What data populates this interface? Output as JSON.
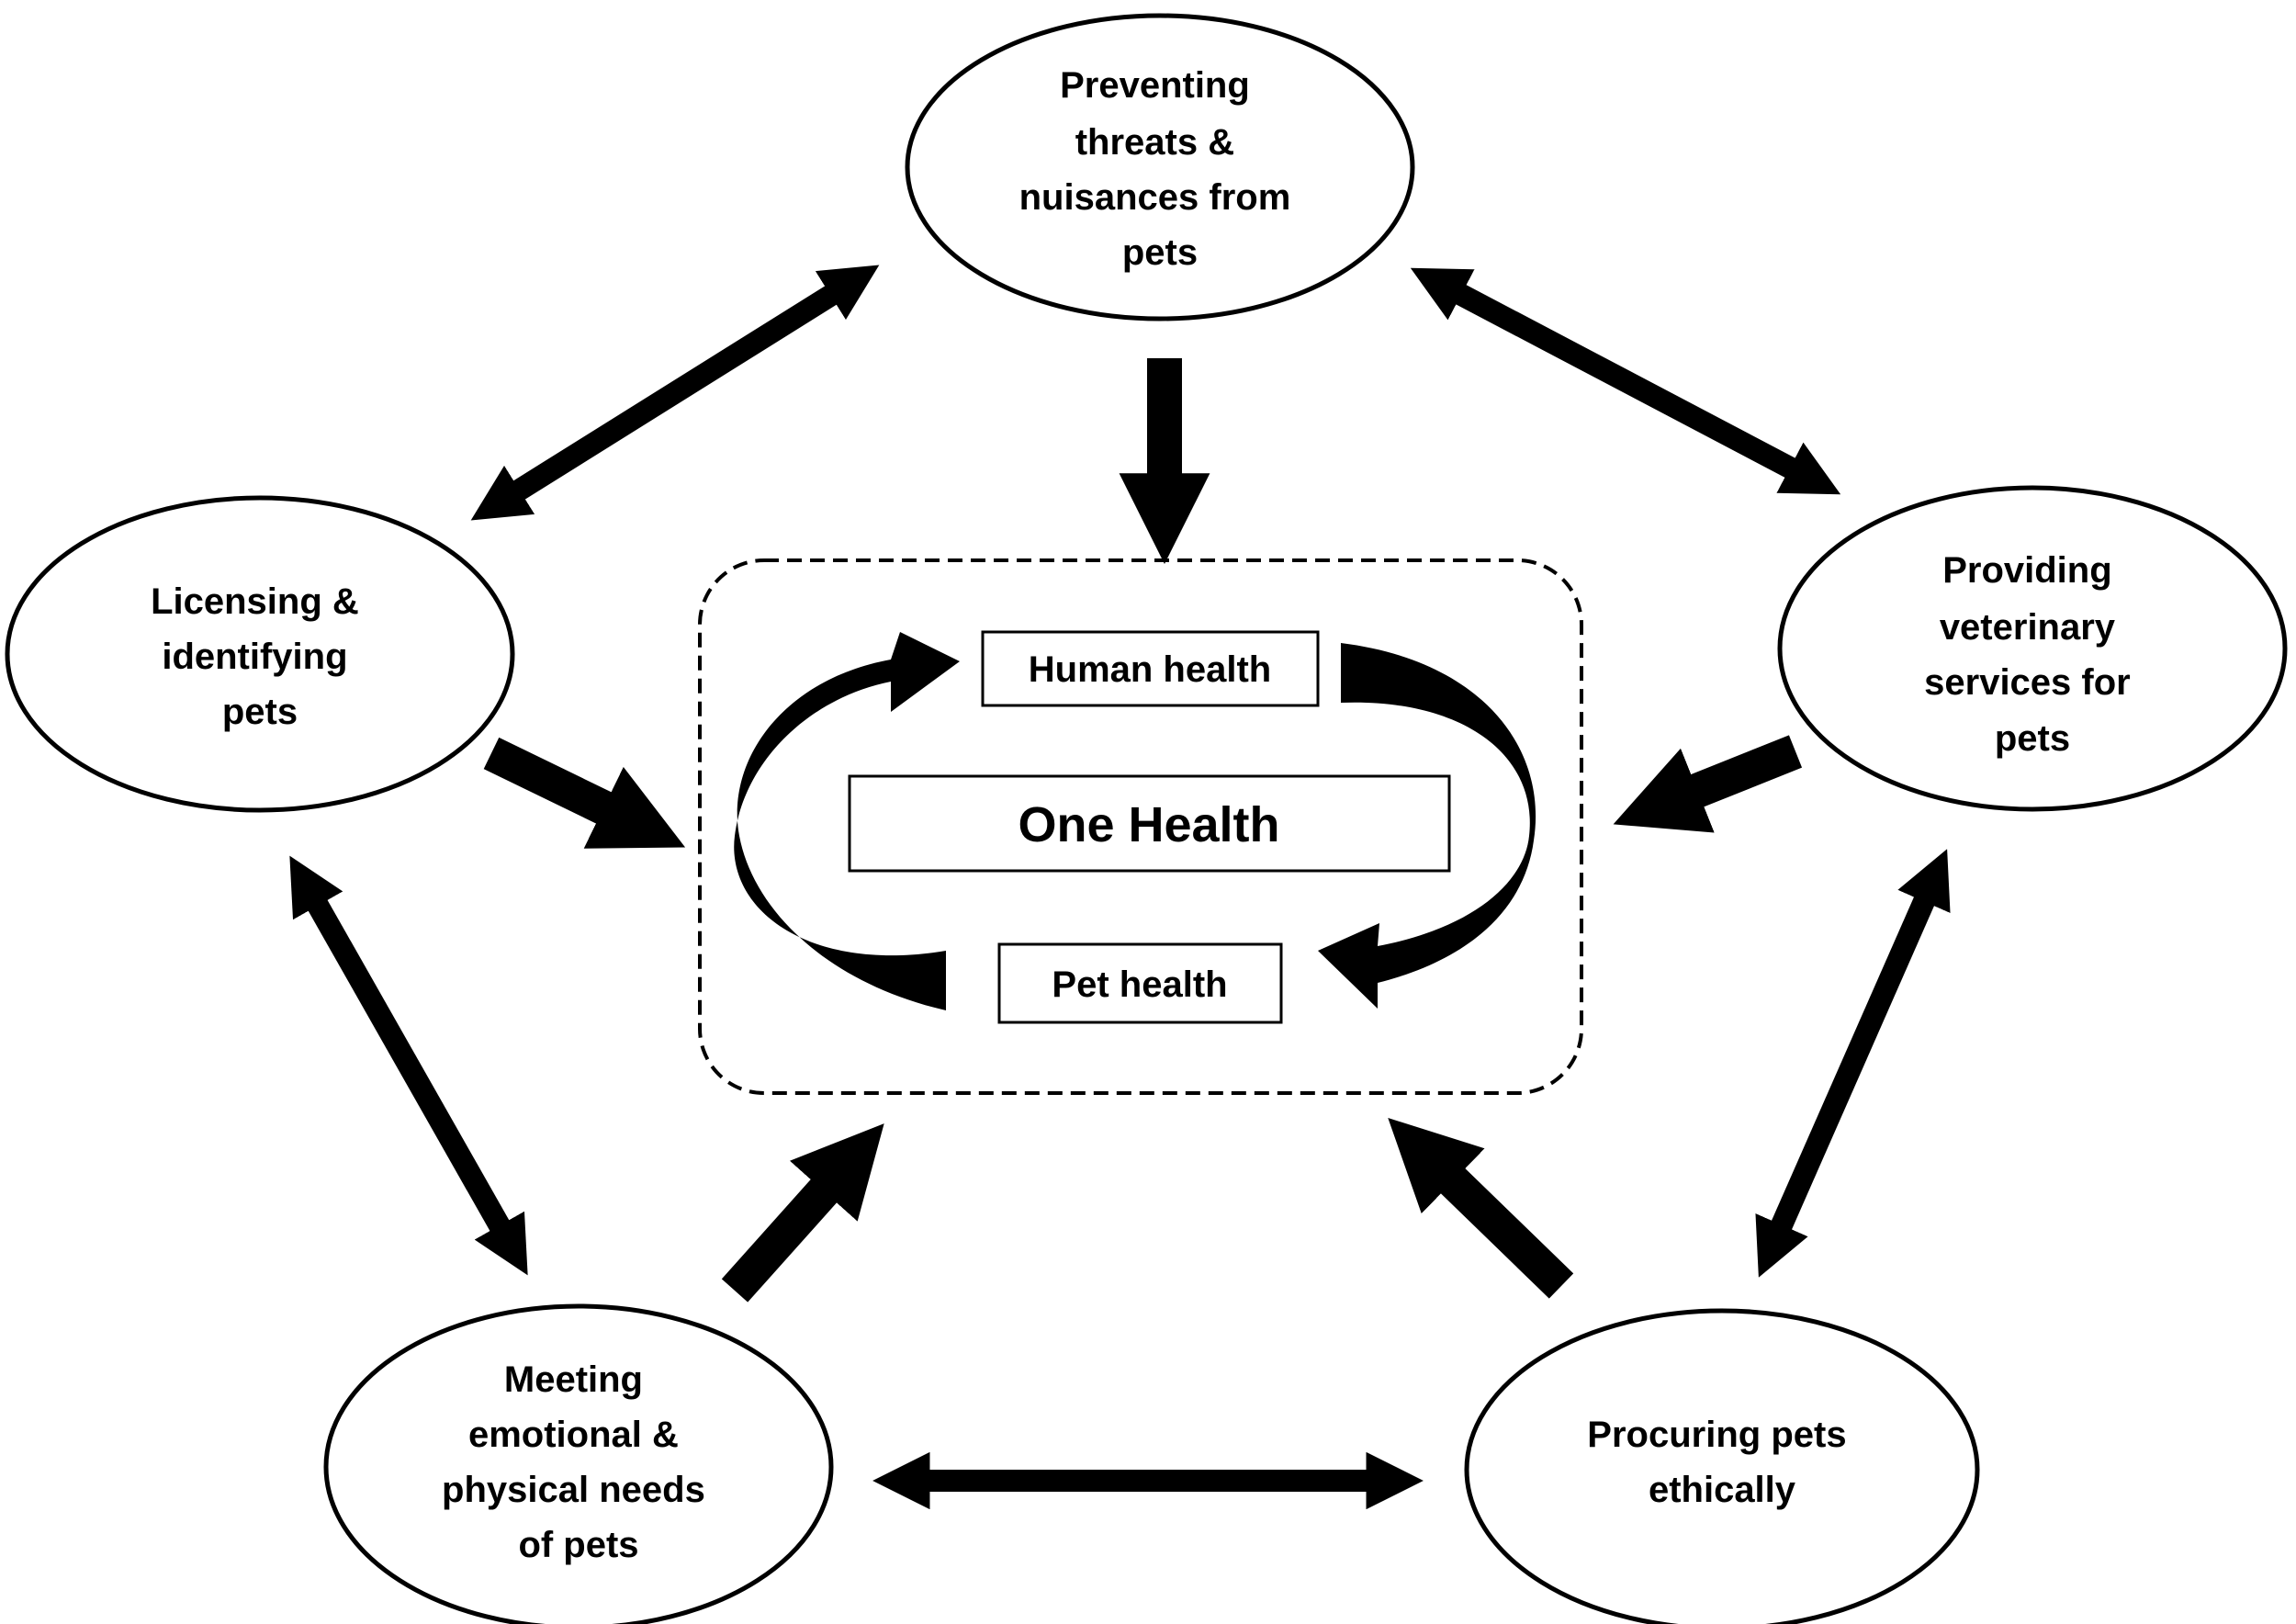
{
  "nodes": {
    "preventing": [
      "Preventing",
      "threats &",
      "nuisances from",
      "pets"
    ],
    "licensing": [
      "Licensing &",
      "identifying",
      "pets"
    ],
    "providing": [
      "Providing",
      "veterinary",
      "services for",
      "pets"
    ],
    "meeting": [
      "Meeting",
      "emotional &",
      "physical needs",
      "of pets"
    ],
    "procuring": [
      "Procuring pets",
      "ethically"
    ]
  },
  "center": {
    "human_health": "Human health",
    "one_health": "One Health",
    "pet_health": "Pet health"
  },
  "colors": {
    "stroke": "#000000",
    "fill": "#ffffff"
  }
}
